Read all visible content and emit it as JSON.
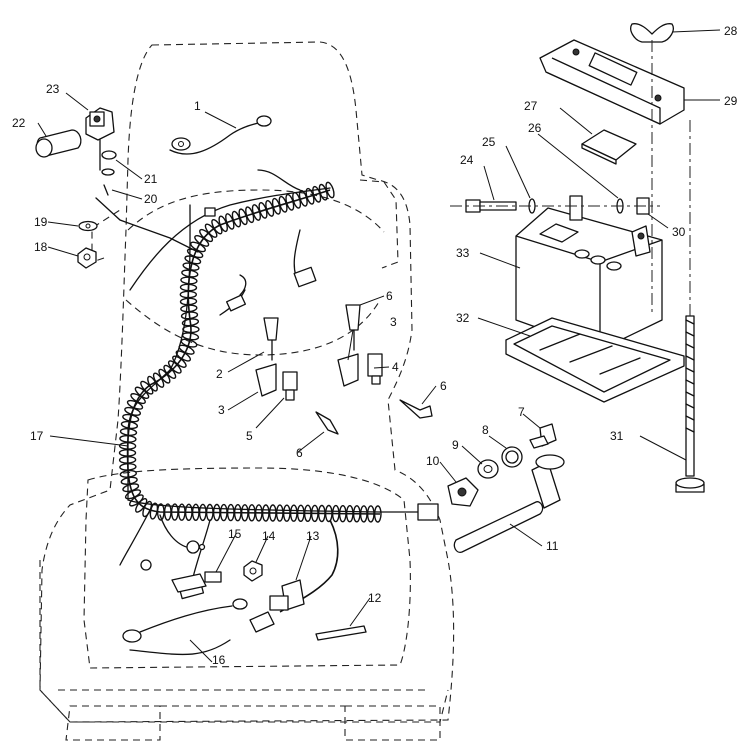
{
  "callouts": {
    "c1": "1",
    "c2": "2",
    "c3a": "3",
    "c3b": "3",
    "c4": "4",
    "c5": "5",
    "c6a": "6",
    "c6b": "6",
    "c6c": "6",
    "c7": "7",
    "c8": "8",
    "c9": "9",
    "c10": "10",
    "c11": "11",
    "c12": "12",
    "c13": "13",
    "c14": "14",
    "c15": "15",
    "c16": "16",
    "c17": "17",
    "c18": "18",
    "c19": "19",
    "c20": "20",
    "c21": "21",
    "c22": "22",
    "c23": "23",
    "c24": "24",
    "c25": "25",
    "c26": "26",
    "c27": "27",
    "c28": "28",
    "c29": "29",
    "c30": "30",
    "c31": "31",
    "c32": "32",
    "c33": "33"
  },
  "parts": [
    {
      "callout": "1",
      "icon": "ring-terminal-wire-icon"
    },
    {
      "callout": "2",
      "icon": "bolt-icon"
    },
    {
      "callout": "3",
      "icon": "mounting-bracket-icon"
    },
    {
      "callout": "4",
      "icon": "switch-icon"
    },
    {
      "callout": "5",
      "icon": "switch-icon"
    },
    {
      "callout": "6",
      "icon": "bolt-icon"
    },
    {
      "callout": "7",
      "icon": "key-icon"
    },
    {
      "callout": "8",
      "icon": "nut-icon"
    },
    {
      "callout": "9",
      "icon": "washer-icon"
    },
    {
      "callout": "10",
      "icon": "ignition-switch-icon"
    },
    {
      "callout": "11",
      "icon": "tube-icon"
    },
    {
      "callout": "12",
      "icon": "cable-tie-icon"
    },
    {
      "callout": "13",
      "icon": "switch-icon"
    },
    {
      "callout": "14",
      "icon": "nut-icon"
    },
    {
      "callout": "15",
      "icon": "connector-icon"
    },
    {
      "callout": "16",
      "icon": "ground-wire-icon"
    },
    {
      "callout": "17",
      "icon": "wiring-harness-icon"
    },
    {
      "callout": "18",
      "icon": "nut-icon"
    },
    {
      "callout": "19",
      "icon": "washer-icon"
    },
    {
      "callout": "20",
      "icon": "screw-icon"
    },
    {
      "callout": "21",
      "icon": "lock-washer-icon"
    },
    {
      "callout": "22",
      "icon": "terminal-boot-icon"
    },
    {
      "callout": "23",
      "icon": "solenoid-icon"
    },
    {
      "callout": "24",
      "icon": "bolt-icon"
    },
    {
      "callout": "25",
      "icon": "washer-icon"
    },
    {
      "callout": "26",
      "icon": "washer-icon"
    },
    {
      "callout": "27",
      "icon": "pad-icon"
    },
    {
      "callout": "28",
      "icon": "wing-nut-icon"
    },
    {
      "callout": "29",
      "icon": "battery-hold-down-icon"
    },
    {
      "callout": "30",
      "icon": "nut-icon"
    },
    {
      "callout": "31",
      "icon": "j-bolt-icon"
    },
    {
      "callout": "32",
      "icon": "battery-tray-icon"
    },
    {
      "callout": "33",
      "icon": "battery-icon"
    }
  ]
}
